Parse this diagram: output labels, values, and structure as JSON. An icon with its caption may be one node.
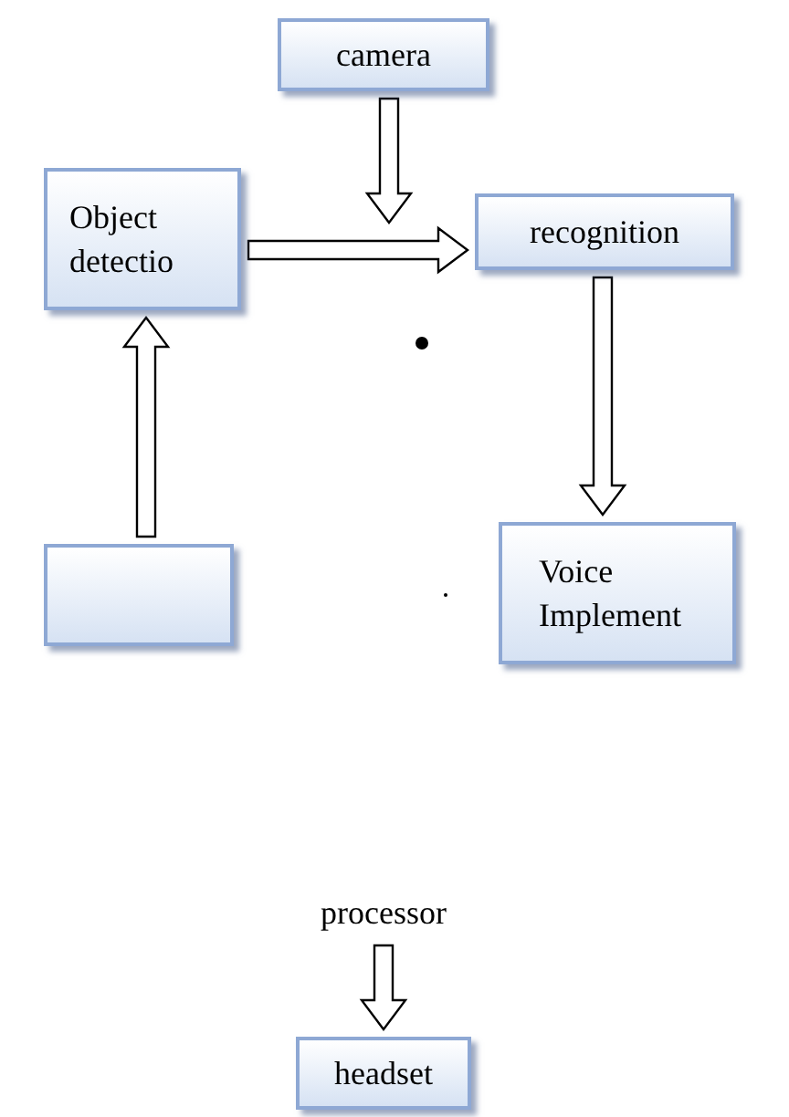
{
  "diagram": {
    "nodes": [
      {
        "text": [
          "camera"
        ]
      },
      {
        "text": [
          "Object detectio"
        ]
      },
      {
        "text": [
          "recognition"
        ]
      },
      {
        "text": [],
        "shape": "box"
      },
      {
        "text": [
          "Voice Implement"
        ]
      },
      {
        "text": [
          "processor"
        ]
      },
      {
        "text": [
          "headset"
        ]
      }
    ],
    "edges": [
      {
        "from": 0,
        "to": null,
        "arrow": "to"
      },
      {
        "from": 1,
        "to": 2,
        "arrow": "to"
      },
      {
        "from": 3,
        "to": 1,
        "arrow": "to"
      },
      {
        "from": 2,
        "to": 4,
        "arrow": "to"
      },
      {
        "from": 5,
        "to": 6,
        "arrow": "to"
      }
    ]
  }
}
